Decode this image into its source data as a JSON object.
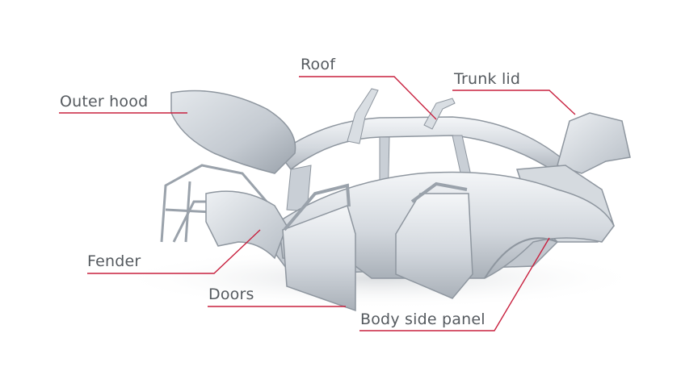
{
  "labels": {
    "roof": "Roof",
    "trunk_lid": "Trunk lid",
    "outer_hood": "Outer hood",
    "fender": "Fender",
    "doors": "Doors",
    "body_side_panel": "Body side panel"
  },
  "colors": {
    "leader_line": "#c8213f",
    "label_text": "#555a5f",
    "metal_light": "#eef1f4",
    "metal_mid": "#c9cfd6",
    "metal_dark": "#8e969f"
  }
}
